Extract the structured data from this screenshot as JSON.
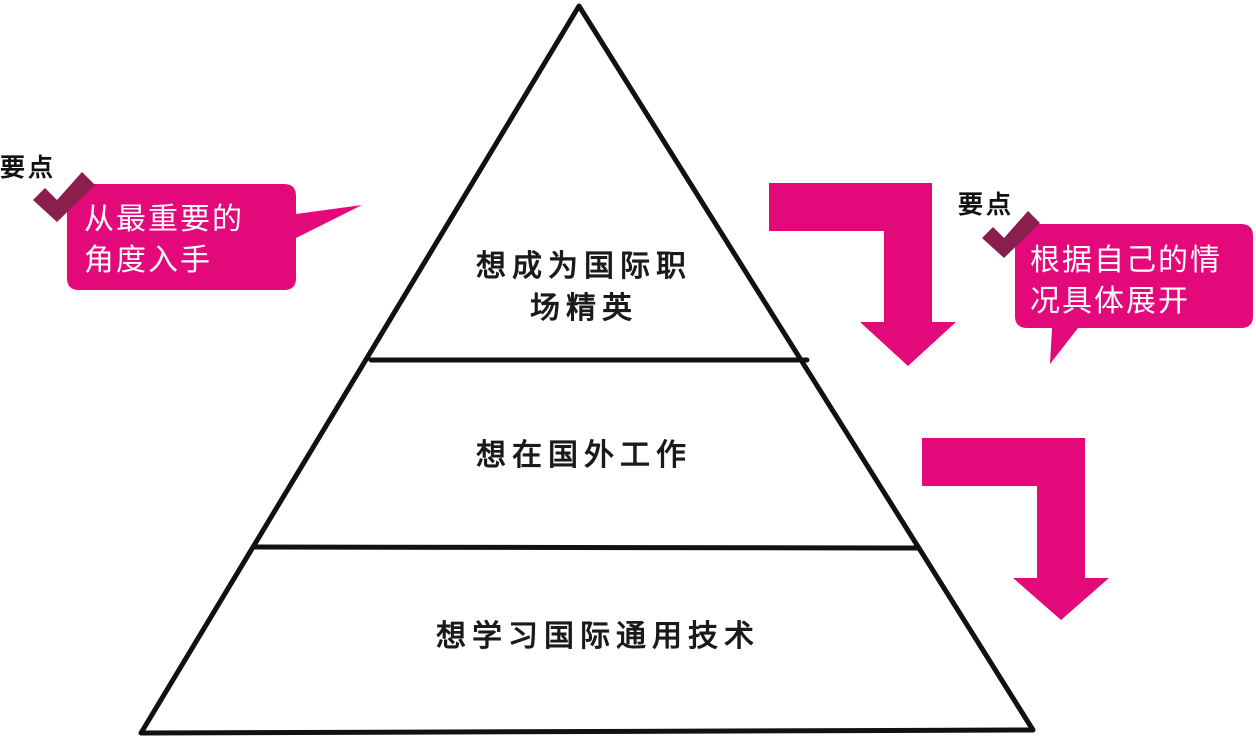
{
  "pyramid": {
    "tiers": [
      {
        "lines": [
          "想成为国际职",
          "场精英"
        ]
      },
      {
        "lines": [
          "想在国外工作"
        ]
      },
      {
        "lines": [
          "想学习国际通用技术"
        ]
      }
    ]
  },
  "callouts": [
    {
      "label": "要点",
      "lines": [
        "从最重要的",
        "角度入手"
      ]
    },
    {
      "label": "要点",
      "lines": [
        "根据自己的情",
        "况具体展开"
      ]
    }
  ],
  "colors": {
    "accent": "#E4097B",
    "check": "#8A1F4E",
    "outline": "#111111"
  }
}
